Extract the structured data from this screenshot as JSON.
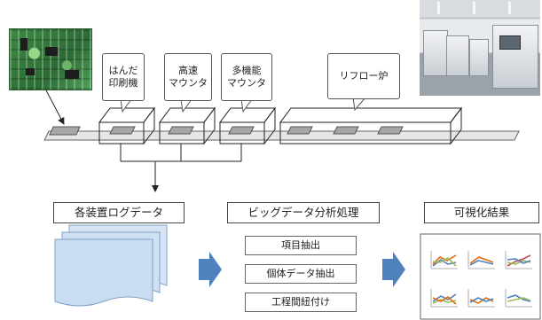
{
  "equipment": {
    "solder_printer": "はんだ\n印刷機",
    "high_speed_mounter": "高速\nマウンタ",
    "multi_function_mounter": "多機能\nマウンタ",
    "reflow_oven": "リフロー炉"
  },
  "sections": {
    "logs": "各装置ログデータ",
    "analysis": "ビッグデータ分析処理",
    "visualization": "可視化結果"
  },
  "analysis_steps": [
    "項目抽出",
    "個体データ抽出",
    "工程間紐付け"
  ],
  "colors": {
    "document_blue": "#c9dcf2",
    "arrow_blue": "#4f81bd",
    "conveyor_gray": "#bfbfbf"
  },
  "icons": {
    "pcb_photo": "circuit-board-photo",
    "factory_photo": "smt-line-photo",
    "documents": "stacked-documents-icon",
    "charts": "mini-line-charts"
  }
}
